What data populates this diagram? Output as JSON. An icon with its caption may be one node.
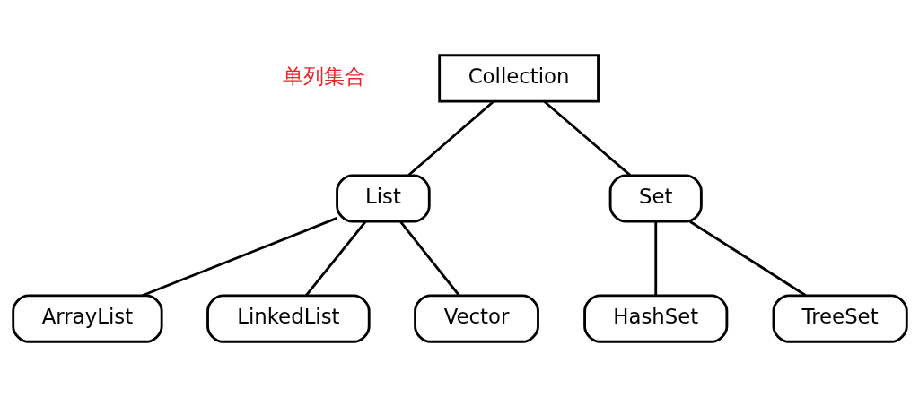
{
  "diagram": {
    "nodes": [
      {
        "text": [
          "Collection"
        ]
      },
      {
        "text": [
          "List"
        ]
      },
      {
        "text": [
          "Set"
        ]
      },
      {
        "text": [
          "ArrayList"
        ]
      },
      {
        "text": [
          "LinkedList"
        ]
      },
      {
        "text": [
          "Vector"
        ]
      },
      {
        "text": [
          "HashSet"
        ]
      },
      {
        "text": [
          "TreeSet"
        ]
      }
    ],
    "edges": [
      {
        "from": 0,
        "to": 1,
        "arrow": "none"
      },
      {
        "from": 0,
        "to": 2,
        "arrow": "none"
      },
      {
        "from": 1,
        "to": 3,
        "arrow": "none"
      },
      {
        "from": 1,
        "to": 4,
        "arrow": "none"
      },
      {
        "from": 1,
        "to": 5,
        "arrow": "none"
      },
      {
        "from": 2,
        "to": 6,
        "arrow": "none"
      },
      {
        "from": 2,
        "to": 7,
        "arrow": "none"
      }
    ],
    "labels": [
      "单列集合"
    ]
  }
}
